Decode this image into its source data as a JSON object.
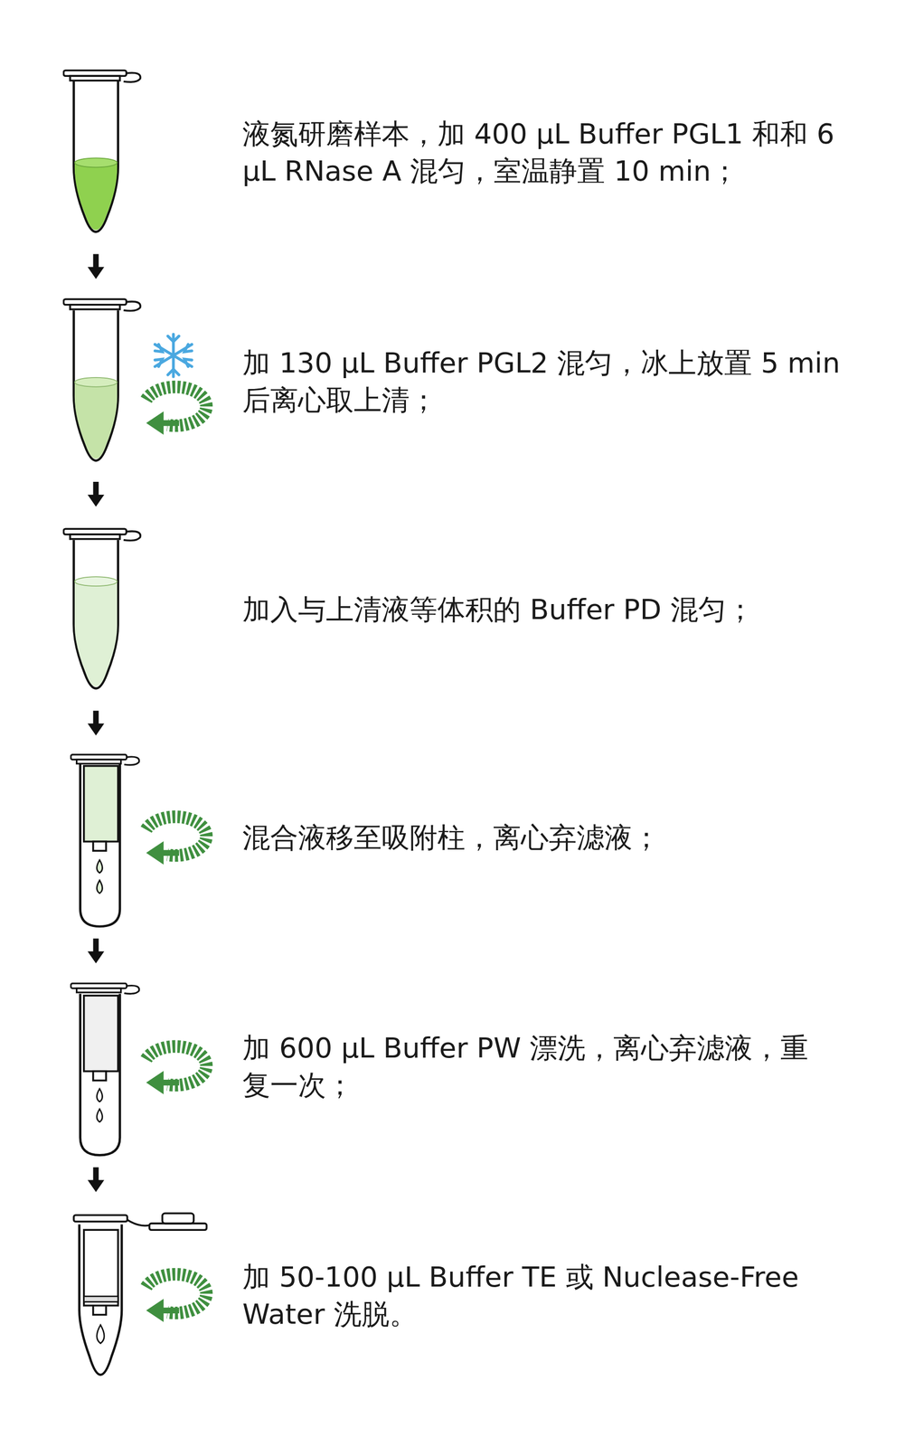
{
  "diagram": {
    "labels": [
      "液氮研磨样本，加 400 μL Buffer PGL1 和和 6 μL RNase A 混匀，室温静置 10 min；",
      "加 130 μL Buffer PGL2 混匀，冰上放置 5 min 后离心取上清；",
      "加入与上清液等体积的 Buffer PD 混匀；",
      "混合液移至吸附柱，离心弃滤液；",
      "加 600 μL Buffer PW 漂洗，离心弃滤液，重 复一次；",
      "加 50-100 μL Buffer TE 或 Nuclease-Free Water 洗脱。"
    ]
  }
}
